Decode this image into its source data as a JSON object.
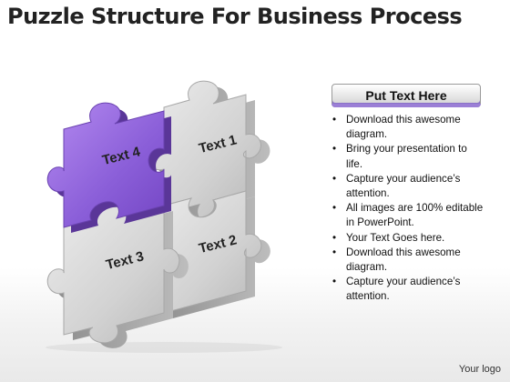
{
  "title": "Puzzle Structure For Business Process",
  "puzzle": {
    "pieces": [
      {
        "label": "Text 4"
      },
      {
        "label": "Text 1"
      },
      {
        "label": "Text 3"
      },
      {
        "label": "Text 2"
      }
    ],
    "colors": {
      "highlight": "#8a5ed8",
      "highlight_dark": "#6e43b8",
      "piece": "#c9c9c9",
      "piece_light": "#e4e4e4",
      "piece_dark": "#9a9a9a"
    }
  },
  "panel": {
    "header": "Put Text Here",
    "accent": "#9b7fd6",
    "bullets": [
      "Download this awesome diagram.",
      "Bring your presentation to life.",
      "Capture your audience’s attention.",
      "All images are 100% editable in PowerPoint.",
      "Your Text Goes here.",
      "Download this awesome diagram.",
      "Capture your audience’s attention."
    ]
  },
  "footer": "Your logo"
}
